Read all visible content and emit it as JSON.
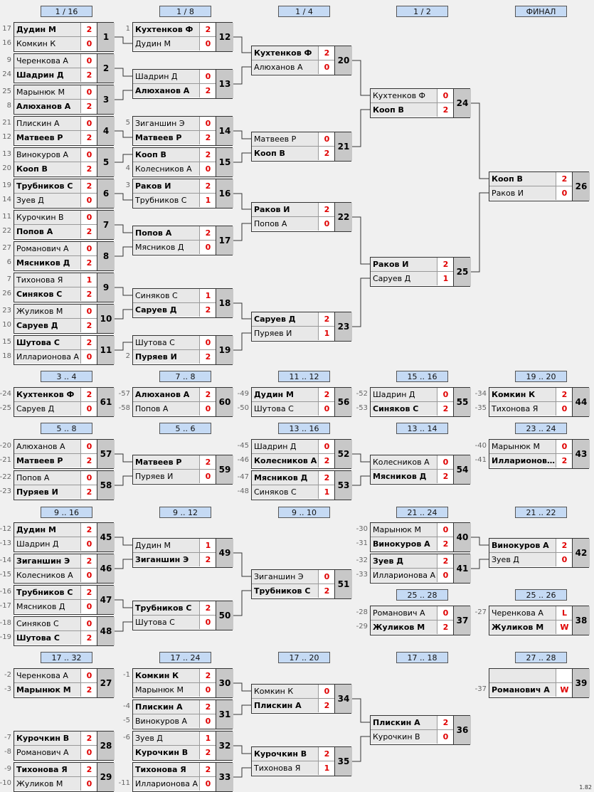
{
  "version": "1.82",
  "headers": [
    "1 / 16",
    "1 / 8",
    "1 / 4",
    "1 / 2",
    "ФИНАЛ",
    "3 .. 4",
    "7 .. 8",
    "11 .. 12",
    "15 .. 16",
    "19 .. 20",
    "5 .. 8",
    "5 .. 6",
    "13 .. 16",
    "13 .. 14",
    "23 .. 24",
    "9 .. 16",
    "9 .. 12",
    "9 .. 10",
    "21 .. 24",
    "21 .. 22",
    "25 .. 28",
    "25 .. 26",
    "17 .. 32",
    "17 .. 24",
    "17 .. 20",
    "17 .. 18",
    "27 .. 28"
  ],
  "matches": [
    {
      "num": "1",
      "p": [
        {
          "name": "Дудин М",
          "score": "2",
          "win": true,
          "seed": "17"
        },
        {
          "name": "Комкин К",
          "score": "0",
          "win": false,
          "seed": "16"
        }
      ]
    },
    {
      "num": "2",
      "p": [
        {
          "name": "Черенкова А",
          "score": "0",
          "win": false,
          "seed": "9"
        },
        {
          "name": "Шадрин Д",
          "score": "2",
          "win": true,
          "seed": "24"
        }
      ]
    },
    {
      "num": "3",
      "p": [
        {
          "name": "Марынюк М",
          "score": "0",
          "win": false,
          "seed": "25"
        },
        {
          "name": "Алюханов А",
          "score": "2",
          "win": true,
          "seed": "8"
        }
      ]
    },
    {
      "num": "4",
      "p": [
        {
          "name": "Плискин А",
          "score": "0",
          "win": false,
          "seed": "21"
        },
        {
          "name": "Матвеев Р",
          "score": "2",
          "win": true,
          "seed": "12"
        }
      ]
    },
    {
      "num": "5",
      "p": [
        {
          "name": "Винокуров А",
          "score": "0",
          "win": false,
          "seed": "13"
        },
        {
          "name": "Кооп В",
          "score": "2",
          "win": true,
          "seed": "20"
        }
      ]
    },
    {
      "num": "6",
      "p": [
        {
          "name": "Трубников С",
          "score": "2",
          "win": true,
          "seed": "19"
        },
        {
          "name": "Зуев Д",
          "score": "0",
          "win": false,
          "seed": "14"
        }
      ]
    },
    {
      "num": "7",
      "p": [
        {
          "name": "Курочкин В",
          "score": "0",
          "win": false,
          "seed": "11"
        },
        {
          "name": "Попов А",
          "score": "2",
          "win": true,
          "seed": "22"
        }
      ]
    },
    {
      "num": "8",
      "p": [
        {
          "name": "Романович А",
          "score": "0",
          "win": false,
          "seed": "27"
        },
        {
          "name": "Мясников Д",
          "score": "2",
          "win": true,
          "seed": "6"
        }
      ]
    },
    {
      "num": "9",
      "p": [
        {
          "name": "Тихонова Я",
          "score": "1",
          "win": false,
          "seed": "7"
        },
        {
          "name": "Синяков С",
          "score": "2",
          "win": true,
          "seed": "26"
        }
      ]
    },
    {
      "num": "10",
      "p": [
        {
          "name": "Жуликов М",
          "score": "0",
          "win": false,
          "seed": "23"
        },
        {
          "name": "Саруев Д",
          "score": "2",
          "win": true,
          "seed": "10"
        }
      ]
    },
    {
      "num": "11",
      "p": [
        {
          "name": "Шутова С",
          "score": "2",
          "win": true,
          "seed": "15"
        },
        {
          "name": "Илларионова А",
          "score": "0",
          "win": false,
          "seed": "18"
        }
      ]
    },
    {
      "num": "12",
      "p": [
        {
          "name": "Кухтенков Ф",
          "score": "2",
          "win": true,
          "seed": "1"
        },
        {
          "name": "Дудин М",
          "score": "0",
          "win": false,
          "seed": ""
        }
      ]
    },
    {
      "num": "13",
      "p": [
        {
          "name": "Шадрин Д",
          "score": "0",
          "win": false,
          "seed": ""
        },
        {
          "name": "Алюханов А",
          "score": "2",
          "win": true,
          "seed": ""
        }
      ]
    },
    {
      "num": "14",
      "p": [
        {
          "name": "Зиганшин Э",
          "score": "0",
          "win": false,
          "seed": "5"
        },
        {
          "name": "Матвеев Р",
          "score": "2",
          "win": true,
          "seed": ""
        }
      ]
    },
    {
      "num": "15",
      "p": [
        {
          "name": "Кооп В",
          "score": "2",
          "win": true,
          "seed": ""
        },
        {
          "name": "Колесников А",
          "score": "0",
          "win": false,
          "seed": "4"
        }
      ]
    },
    {
      "num": "16",
      "p": [
        {
          "name": "Раков И",
          "score": "2",
          "win": true,
          "seed": "3"
        },
        {
          "name": "Трубников С",
          "score": "1",
          "win": false,
          "seed": ""
        }
      ]
    },
    {
      "num": "17",
      "p": [
        {
          "name": "Попов А",
          "score": "2",
          "win": true,
          "seed": ""
        },
        {
          "name": "Мясников Д",
          "score": "0",
          "win": false,
          "seed": ""
        }
      ]
    },
    {
      "num": "18",
      "p": [
        {
          "name": "Синяков С",
          "score": "1",
          "win": false,
          "seed": ""
        },
        {
          "name": "Саруев Д",
          "score": "2",
          "win": true,
          "seed": ""
        }
      ]
    },
    {
      "num": "19",
      "p": [
        {
          "name": "Шутова С",
          "score": "0",
          "win": false,
          "seed": ""
        },
        {
          "name": "Пуряев И",
          "score": "2",
          "win": true,
          "seed": "2"
        }
      ]
    },
    {
      "num": "20",
      "p": [
        {
          "name": "Кухтенков Ф",
          "score": "2",
          "win": true,
          "seed": ""
        },
        {
          "name": "Алюханов А",
          "score": "0",
          "win": false,
          "seed": ""
        }
      ]
    },
    {
      "num": "21",
      "p": [
        {
          "name": "Матвеев Р",
          "score": "0",
          "win": false,
          "seed": ""
        },
        {
          "name": "Кооп В",
          "score": "2",
          "win": true,
          "seed": ""
        }
      ]
    },
    {
      "num": "22",
      "p": [
        {
          "name": "Раков И",
          "score": "2",
          "win": true,
          "seed": ""
        },
        {
          "name": "Попов А",
          "score": "0",
          "win": false,
          "seed": ""
        }
      ]
    },
    {
      "num": "23",
      "p": [
        {
          "name": "Саруев Д",
          "score": "2",
          "win": true,
          "seed": ""
        },
        {
          "name": "Пуряев И",
          "score": "1",
          "win": false,
          "seed": ""
        }
      ]
    },
    {
      "num": "24",
      "p": [
        {
          "name": "Кухтенков Ф",
          "score": "0",
          "win": false,
          "seed": ""
        },
        {
          "name": "Кооп В",
          "score": "2",
          "win": true,
          "seed": ""
        }
      ]
    },
    {
      "num": "25",
      "p": [
        {
          "name": "Раков И",
          "score": "2",
          "win": true,
          "seed": ""
        },
        {
          "name": "Саруев Д",
          "score": "1",
          "win": false,
          "seed": ""
        }
      ]
    },
    {
      "num": "26",
      "p": [
        {
          "name": "Кооп В",
          "score": "2",
          "win": true,
          "seed": ""
        },
        {
          "name": "Раков И",
          "score": "0",
          "win": false,
          "seed": ""
        }
      ]
    },
    {
      "num": "61",
      "p": [
        {
          "name": "Кухтенков Ф",
          "score": "2",
          "win": true,
          "seed": "-24"
        },
        {
          "name": "Саруев Д",
          "score": "0",
          "win": false,
          "seed": "-25"
        }
      ]
    },
    {
      "num": "60",
      "p": [
        {
          "name": "Алюханов А",
          "score": "2",
          "win": true,
          "seed": "-57"
        },
        {
          "name": "Попов А",
          "score": "0",
          "win": false,
          "seed": "-58"
        }
      ]
    },
    {
      "num": "56",
      "p": [
        {
          "name": "Дудин М",
          "score": "2",
          "win": true,
          "seed": "-49"
        },
        {
          "name": "Шутова С",
          "score": "0",
          "win": false,
          "seed": "-50"
        }
      ]
    },
    {
      "num": "55",
      "p": [
        {
          "name": "Шадрин Д",
          "score": "0",
          "win": false,
          "seed": "-52"
        },
        {
          "name": "Синяков С",
          "score": "2",
          "win": true,
          "seed": "-53"
        }
      ]
    },
    {
      "num": "44",
      "p": [
        {
          "name": "Комкин К",
          "score": "2",
          "win": true,
          "seed": "-34"
        },
        {
          "name": "Тихонова Я",
          "score": "0",
          "win": false,
          "seed": "-35"
        }
      ]
    },
    {
      "num": "57",
      "p": [
        {
          "name": "Алюханов А",
          "score": "0",
          "win": false,
          "seed": "-20"
        },
        {
          "name": "Матвеев Р",
          "score": "2",
          "win": true,
          "seed": "-21"
        }
      ]
    },
    {
      "num": "58",
      "p": [
        {
          "name": "Попов А",
          "score": "0",
          "win": false,
          "seed": "-22"
        },
        {
          "name": "Пуряев И",
          "score": "2",
          "win": true,
          "seed": "-23"
        }
      ]
    },
    {
      "num": "59",
      "p": [
        {
          "name": "Матвеев Р",
          "score": "2",
          "win": true,
          "seed": ""
        },
        {
          "name": "Пуряев И",
          "score": "0",
          "win": false,
          "seed": ""
        }
      ]
    },
    {
      "num": "52",
      "p": [
        {
          "name": "Шадрин Д",
          "score": "0",
          "win": false,
          "seed": "-45"
        },
        {
          "name": "Колесников А",
          "score": "2",
          "win": true,
          "seed": "-46"
        }
      ]
    },
    {
      "num": "53",
      "p": [
        {
          "name": "Мясников Д",
          "score": "2",
          "win": true,
          "seed": "-47"
        },
        {
          "name": "Синяков С",
          "score": "1",
          "win": false,
          "seed": "-48"
        }
      ]
    },
    {
      "num": "54",
      "p": [
        {
          "name": "Колесников А",
          "score": "0",
          "win": false,
          "seed": ""
        },
        {
          "name": "Мясников Д",
          "score": "2",
          "win": true,
          "seed": ""
        }
      ]
    },
    {
      "num": "43",
      "p": [
        {
          "name": "Марынюк М",
          "score": "0",
          "win": false,
          "seed": "-40"
        },
        {
          "name": "Илларионов…",
          "score": "2",
          "win": true,
          "seed": "-41"
        }
      ]
    },
    {
      "num": "45",
      "p": [
        {
          "name": "Дудин М",
          "score": "2",
          "win": true,
          "seed": "-12"
        },
        {
          "name": "Шадрин Д",
          "score": "0",
          "win": false,
          "seed": "-13"
        }
      ]
    },
    {
      "num": "46",
      "p": [
        {
          "name": "Зиганшин Э",
          "score": "2",
          "win": true,
          "seed": "-14"
        },
        {
          "name": "Колесников А",
          "score": "0",
          "win": false,
          "seed": "-15"
        }
      ]
    },
    {
      "num": "47",
      "p": [
        {
          "name": "Трубников С",
          "score": "2",
          "win": true,
          "seed": "-16"
        },
        {
          "name": "Мясников Д",
          "score": "0",
          "win": false,
          "seed": "-17"
        }
      ]
    },
    {
      "num": "48",
      "p": [
        {
          "name": "Синяков С",
          "score": "0",
          "win": false,
          "seed": "-18"
        },
        {
          "name": "Шутова С",
          "score": "2",
          "win": true,
          "seed": "-19"
        }
      ]
    },
    {
      "num": "49",
      "p": [
        {
          "name": "Дудин М",
          "score": "1",
          "win": false,
          "seed": ""
        },
        {
          "name": "Зиганшин Э",
          "score": "2",
          "win": true,
          "seed": ""
        }
      ]
    },
    {
      "num": "50",
      "p": [
        {
          "name": "Трубников С",
          "score": "2",
          "win": true,
          "seed": ""
        },
        {
          "name": "Шутова С",
          "score": "0",
          "win": false,
          "seed": ""
        }
      ]
    },
    {
      "num": "51",
      "p": [
        {
          "name": "Зиганшин Э",
          "score": "0",
          "win": false,
          "seed": ""
        },
        {
          "name": "Трубников С",
          "score": "2",
          "win": true,
          "seed": ""
        }
      ]
    },
    {
      "num": "40",
      "p": [
        {
          "name": "Марынюк М",
          "score": "0",
          "win": false,
          "seed": "-30"
        },
        {
          "name": "Винокуров А",
          "score": "2",
          "win": true,
          "seed": "-31"
        }
      ]
    },
    {
      "num": "41",
      "p": [
        {
          "name": "Зуев Д",
          "score": "2",
          "win": true,
          "seed": "-32"
        },
        {
          "name": "Илларионова А",
          "score": "0",
          "win": false,
          "seed": "-33"
        }
      ]
    },
    {
      "num": "42",
      "p": [
        {
          "name": "Винокуров А",
          "score": "2",
          "win": true,
          "seed": ""
        },
        {
          "name": "Зуев Д",
          "score": "0",
          "win": false,
          "seed": ""
        }
      ]
    },
    {
      "num": "37",
      "p": [
        {
          "name": "Романович А",
          "score": "0",
          "win": false,
          "seed": "-28"
        },
        {
          "name": "Жуликов М",
          "score": "2",
          "win": true,
          "seed": "-29"
        }
      ]
    },
    {
      "num": "38",
      "p": [
        {
          "name": "Черенкова А",
          "score": "L",
          "win": false,
          "seed": "-27"
        },
        {
          "name": "Жуликов М",
          "score": "W",
          "win": true,
          "seed": ""
        }
      ]
    },
    {
      "num": "27",
      "p": [
        {
          "name": "Черенкова А",
          "score": "0",
          "win": false,
          "seed": "-2"
        },
        {
          "name": "Марынюк М",
          "score": "2",
          "win": true,
          "seed": "-3"
        }
      ]
    },
    {
      "num": "28",
      "p": [
        {
          "name": "Курочкин В",
          "score": "2",
          "win": true,
          "seed": "-7"
        },
        {
          "name": "Романович А",
          "score": "0",
          "win": false,
          "seed": "-8"
        }
      ]
    },
    {
      "num": "29",
      "p": [
        {
          "name": "Тихонова Я",
          "score": "2",
          "win": true,
          "seed": "-9"
        },
        {
          "name": "Жуликов М",
          "score": "0",
          "win": false,
          "seed": "-10"
        }
      ]
    },
    {
      "num": "30",
      "p": [
        {
          "name": "Комкин К",
          "score": "2",
          "win": true,
          "seed": "-1"
        },
        {
          "name": "Марынюк М",
          "score": "0",
          "win": false,
          "seed": ""
        }
      ]
    },
    {
      "num": "31",
      "p": [
        {
          "name": "Плискин А",
          "score": "2",
          "win": true,
          "seed": "-4"
        },
        {
          "name": "Винокуров А",
          "score": "0",
          "win": false,
          "seed": "-5"
        }
      ]
    },
    {
      "num": "32",
      "p": [
        {
          "name": "Зуев Д",
          "score": "1",
          "win": false,
          "seed": "-6"
        },
        {
          "name": "Курочкин В",
          "score": "2",
          "win": true,
          "seed": ""
        }
      ]
    },
    {
      "num": "33",
      "p": [
        {
          "name": "Тихонова Я",
          "score": "2",
          "win": true,
          "seed": ""
        },
        {
          "name": "Илларионова А",
          "score": "0",
          "win": false,
          "seed": "-11"
        }
      ]
    },
    {
      "num": "34",
      "p": [
        {
          "name": "Комкин К",
          "score": "0",
          "win": false,
          "seed": ""
        },
        {
          "name": "Плискин А",
          "score": "2",
          "win": true,
          "seed": ""
        }
      ]
    },
    {
      "num": "35",
      "p": [
        {
          "name": "Курочкин В",
          "score": "2",
          "win": true,
          "seed": ""
        },
        {
          "name": "Тихонова Я",
          "score": "1",
          "win": false,
          "seed": ""
        }
      ]
    },
    {
      "num": "36",
      "p": [
        {
          "name": "Плискин А",
          "score": "2",
          "win": true,
          "seed": ""
        },
        {
          "name": "Курочкин В",
          "score": "0",
          "win": false,
          "seed": ""
        }
      ]
    },
    {
      "num": "39",
      "p": [
        {
          "name": "",
          "score": "",
          "win": false,
          "seed": ""
        },
        {
          "name": "Романович А",
          "score": "W",
          "win": true,
          "seed": "-37"
        }
      ]
    }
  ]
}
